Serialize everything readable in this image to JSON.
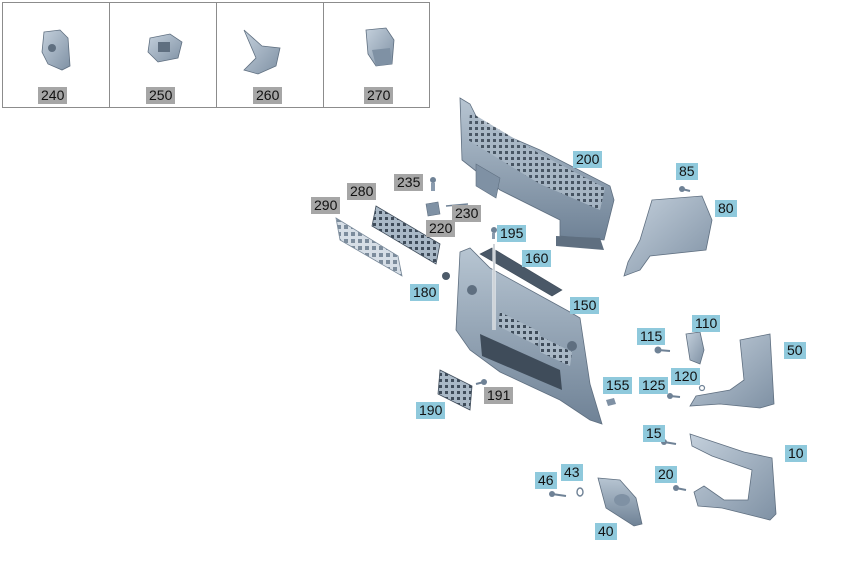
{
  "colors": {
    "label_current": "#8fc9dc",
    "label_optional": "#a6a6a6",
    "part_fill": "#9aabbd",
    "part_dark": "#5f6f80",
    "part_light": "#c4d0dc",
    "frame": "#8c8c8c"
  },
  "inset_labels": [
    "240",
    "250",
    "260",
    "270"
  ],
  "labels": {
    "l10": "10",
    "l15": "15",
    "l20": "20",
    "l40": "40",
    "l43": "43",
    "l46": "46",
    "l50": "50",
    "l80": "80",
    "l85": "85",
    "l110": "110",
    "l115": "115",
    "l120": "120",
    "l125": "125",
    "l150": "150",
    "l155": "155",
    "l160": "160",
    "l180": "180",
    "l190": "190",
    "l191": "191",
    "l195": "195",
    "l200": "200",
    "l220": "220",
    "l230": "230",
    "l235": "235",
    "l280": "280",
    "l290": "290"
  }
}
